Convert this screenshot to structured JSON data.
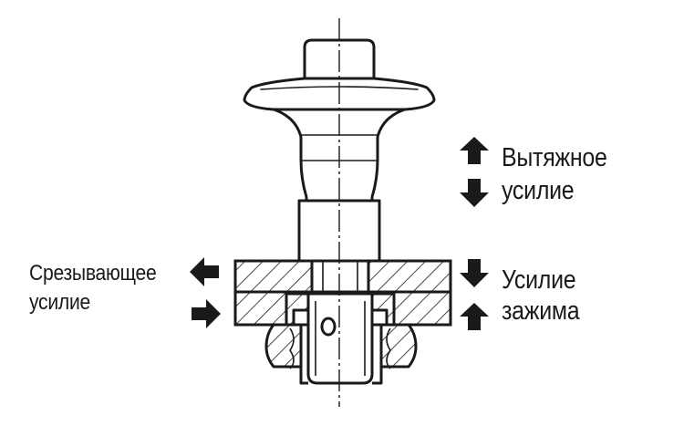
{
  "labels": {
    "pull_line1": "Вытяжное",
    "pull_line2": "усилие",
    "clamp_line1": "Усилие",
    "clamp_line2": "зажима",
    "shear_line1": "Срезывающее",
    "shear_line2": "усилие"
  },
  "colors": {
    "line": "#1a1a1a",
    "arrow": "#1a1a1a",
    "background": "#ffffff"
  },
  "icons": {
    "pull": [
      "arrow-up-icon",
      "arrow-down-icon"
    ],
    "clamp": [
      "arrow-down-icon",
      "arrow-up-icon"
    ],
    "shear": [
      "arrow-left-icon",
      "arrow-right-icon"
    ]
  }
}
